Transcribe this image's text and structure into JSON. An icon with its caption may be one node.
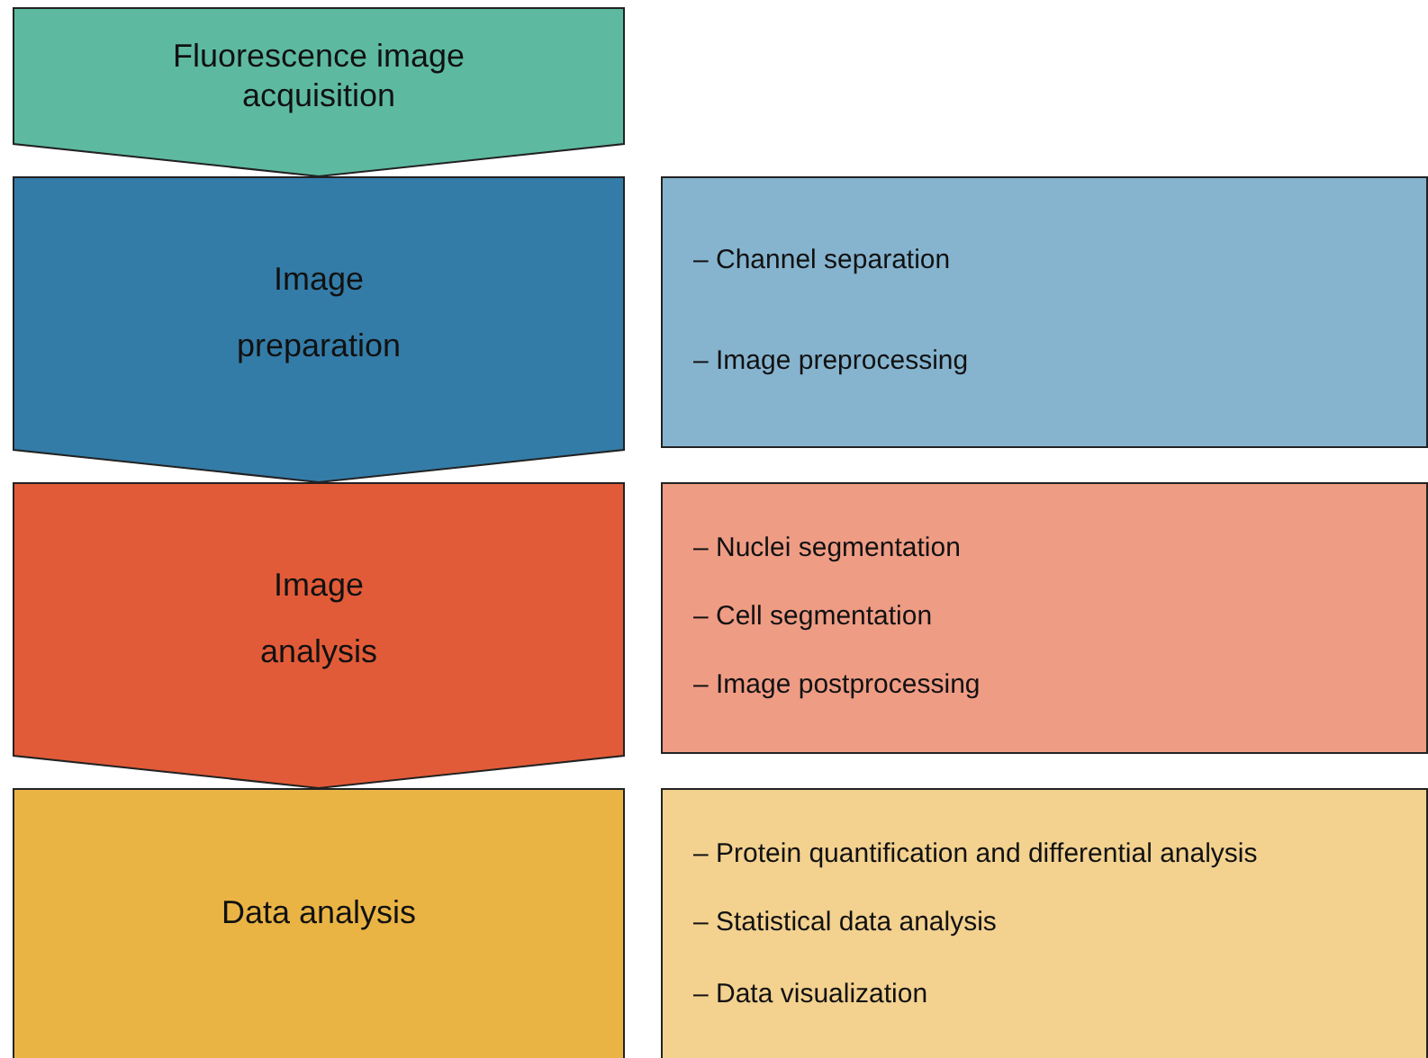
{
  "diagram": {
    "nodes": [
      {
        "text": [
          "Fluorescence image acquisition"
        ]
      },
      {
        "text": [
          "Image preparation"
        ]
      },
      {
        "text": [
          "– Channel separation",
          "– Image preprocessing"
        ]
      },
      {
        "text": [
          "Image analysis"
        ]
      },
      {
        "text": [
          "– Nuclei segmentation",
          "– Cell segmentation",
          "– Image postprocessing"
        ]
      },
      {
        "text": [
          "Data analysis"
        ]
      },
      {
        "text": [
          "– Protein quantification and differential analysis",
          "– Statistical data analysis",
          "– Data visualization"
        ]
      }
    ]
  }
}
